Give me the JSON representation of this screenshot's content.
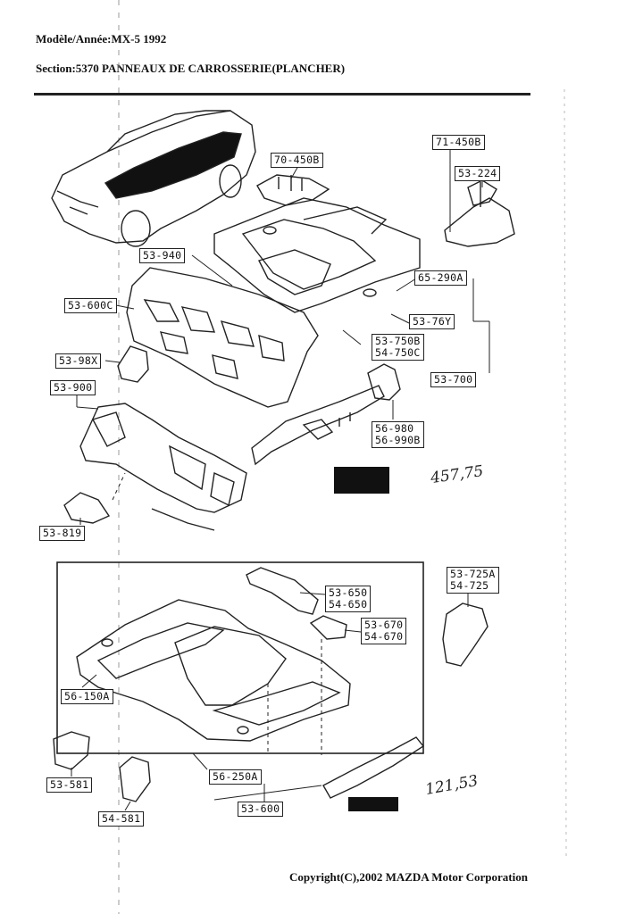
{
  "header": {
    "model_line": "Modèle/Année:MX-5 1992",
    "section_line": "Section:5370  PANNEAUX DE CARROSSERIE(PLANCHER)"
  },
  "parts": {
    "p70_450b": "70-450B",
    "p71_450b": "71-450B",
    "p53_224": "53-224",
    "p53_940": "53-940",
    "p65_290a": "65-290A",
    "p53_600c": "53-600C",
    "p53_76y": "53-76Y",
    "p53_750b": "53-750B",
    "p54_750c": "54-750C",
    "p53_98x": "53-98X",
    "p53_700": "53-700",
    "p53_900": "53-900",
    "p56_980": "56-980",
    "p56_990b": "56-990B",
    "p53_819": "53-819",
    "p53_725a": "53-725A",
    "p54_725": "54-725",
    "p53_650": "53-650",
    "p54_650": "54-650",
    "p53_670": "53-670",
    "p54_670": "54-670",
    "p56_150a": "56-150A",
    "p56_250a": "56-250A",
    "p53_581": "53-581",
    "p54_581": "54-581",
    "p53_600": "53-600"
  },
  "handwritten": {
    "price_upper": "457,75",
    "price_lower": "121,53"
  },
  "footer": {
    "copyright": "Copyright(C),2002 MAZDA Motor Corporation"
  }
}
